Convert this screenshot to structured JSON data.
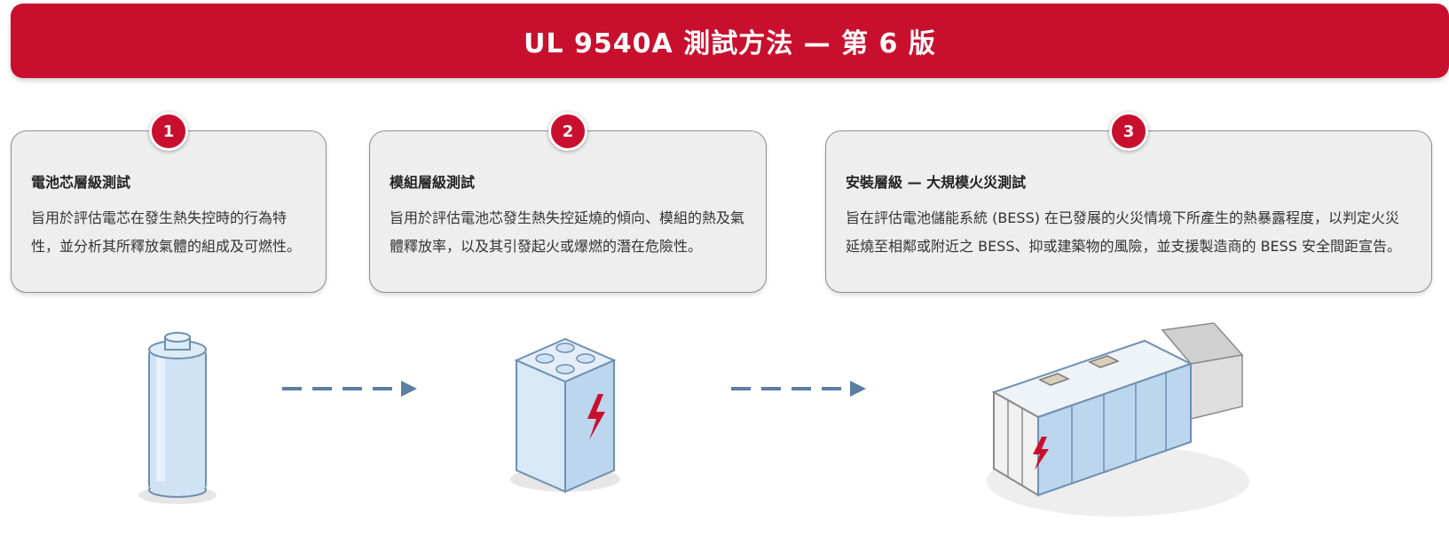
{
  "header": {
    "title": "UL 9540A 測試方法 — 第 6 版"
  },
  "steps": [
    {
      "number": "1",
      "title": "電池芯層級測試",
      "description": "旨用於評估電芯在發生熱失控時的行為特性，並分析其所釋放氣體的組成及可燃性。"
    },
    {
      "number": "2",
      "title": "模組層級測試",
      "description": "旨用於評估電池芯發生熱失控延燒的傾向、模組的熱及氣體釋放率，以及其引發起火或爆燃的潛在危險性。"
    },
    {
      "number": "3",
      "title": "安裝層級 — 大規模火災測試",
      "description": "旨在評估電池儲能系統 (BESS) 在已發展的火災情境下所產生的熱暴露程度，以判定火災延燒至相鄰或附近之 BESS、抑或建築物的風險，並支援製造商的 BESS 安全間距宣告。"
    }
  ],
  "colors": {
    "accent": "#c8102e",
    "card_bg": "#eeeeee",
    "arrow": "#5b7ea1",
    "illustration_blue": "#cfe3f5"
  },
  "icons": [
    "battery-cell-icon",
    "arrow-right-icon",
    "battery-module-icon",
    "bess-container-icon"
  ]
}
